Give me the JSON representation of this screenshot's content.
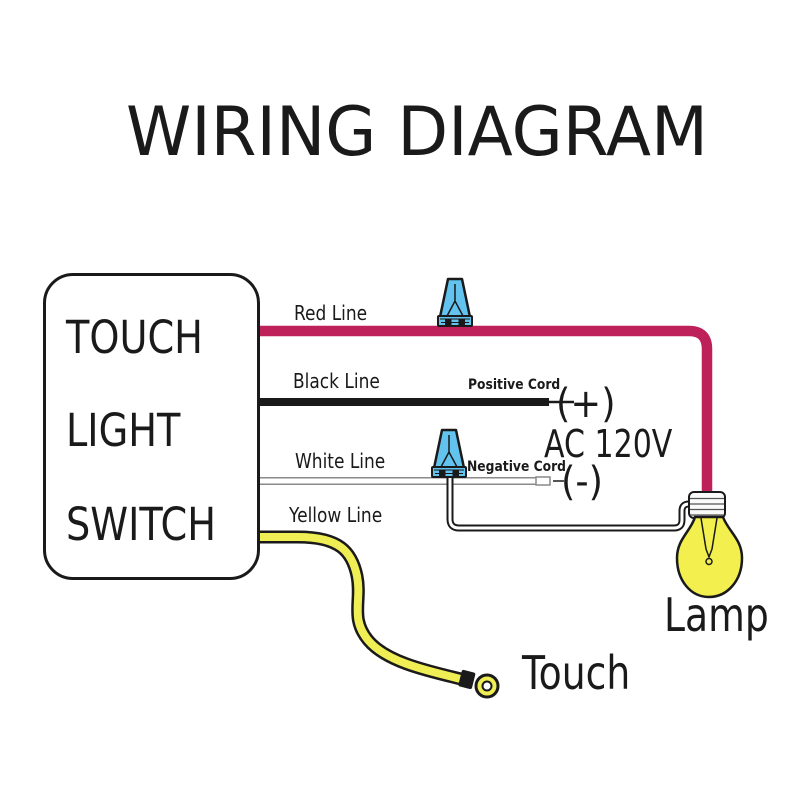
{
  "title": "WIRING DIAGRAM",
  "switch_box": {
    "lines": [
      "TOUCH",
      "LIGHT",
      "SWITCH"
    ]
  },
  "wires": {
    "red": {
      "label": "Red Line",
      "color": "#be2159"
    },
    "black": {
      "label": "Black Line",
      "color": "#1a1a1a"
    },
    "white": {
      "label": "White Line",
      "color": "#ffffff",
      "outline": "#8a8a8a"
    },
    "yellow": {
      "label": "Yellow Line",
      "color": "#f0ee55",
      "outline": "#1a1a1a"
    }
  },
  "power": {
    "positive_cord": "Positive Cord",
    "negative_cord": "Negative Cord",
    "plus_symbol": "(+)",
    "voltage": "AC 120V",
    "minus_symbol": "(-)"
  },
  "lamp": {
    "label": "Lamp",
    "bulb_color": "#f2ef4f"
  },
  "touch": {
    "label": "Touch",
    "ring_color": "#f0ee55"
  },
  "connector": {
    "icon": "wire-nut-connector-icon",
    "color": "#62c3ee"
  }
}
